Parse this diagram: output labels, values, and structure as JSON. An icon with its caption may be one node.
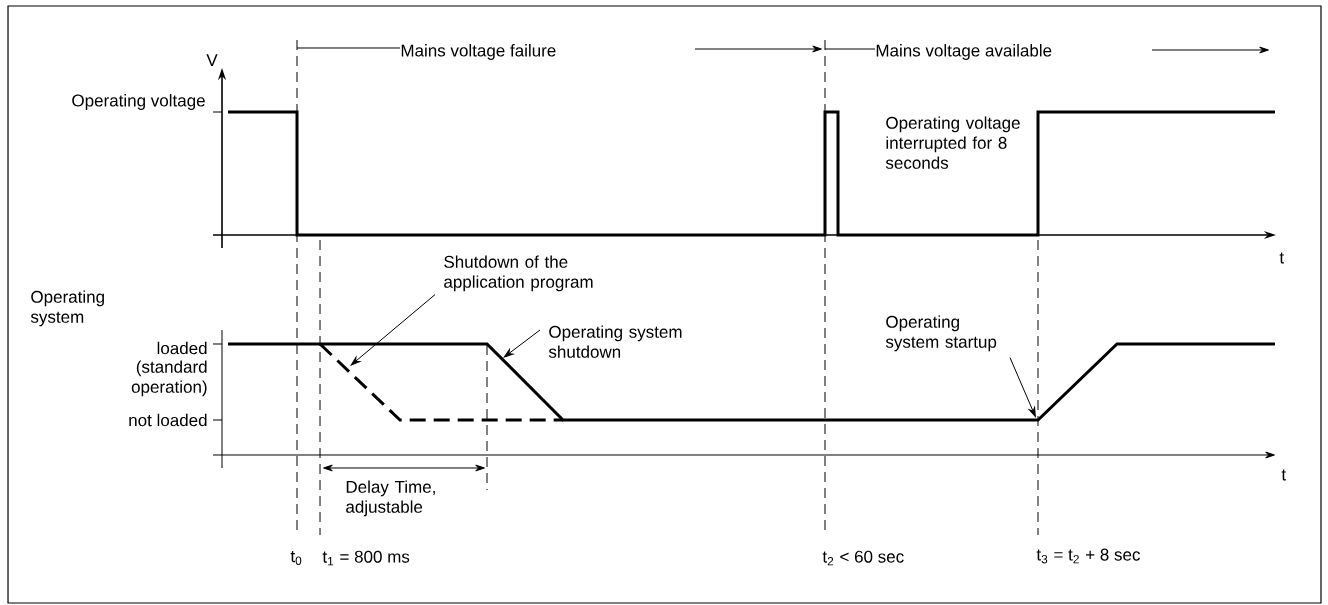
{
  "diagram": {
    "nodes": [
      {
        "text": [
          "Shutdown of the application program"
        ]
      },
      {
        "text": [
          "Operating system shutdown"
        ]
      },
      {
        "text": [
          "Operating system startup"
        ]
      }
    ],
    "edges": [
      {
        "from": 0,
        "to": null,
        "arrow": "to"
      },
      {
        "from": 1,
        "to": null,
        "arrow": "to"
      },
      {
        "from": 2,
        "to": null,
        "arrow": "to"
      }
    ],
    "labels": [
      "Mains voltage failure",
      "Mains voltage available",
      "V",
      "Operating voltage",
      "Operating voltage interrupted for 8 seconds",
      "t",
      "Operating system",
      "loaded",
      "(standard operation)",
      "not loaded",
      "t",
      "Delay Time, adjustable",
      "t$_{0}$",
      "t$_{1}$ = 800 ms",
      "t$_{2}$ < 60 sec",
      "t$_{3}$ = t$_{2}$ + 8 sec"
    ]
  }
}
